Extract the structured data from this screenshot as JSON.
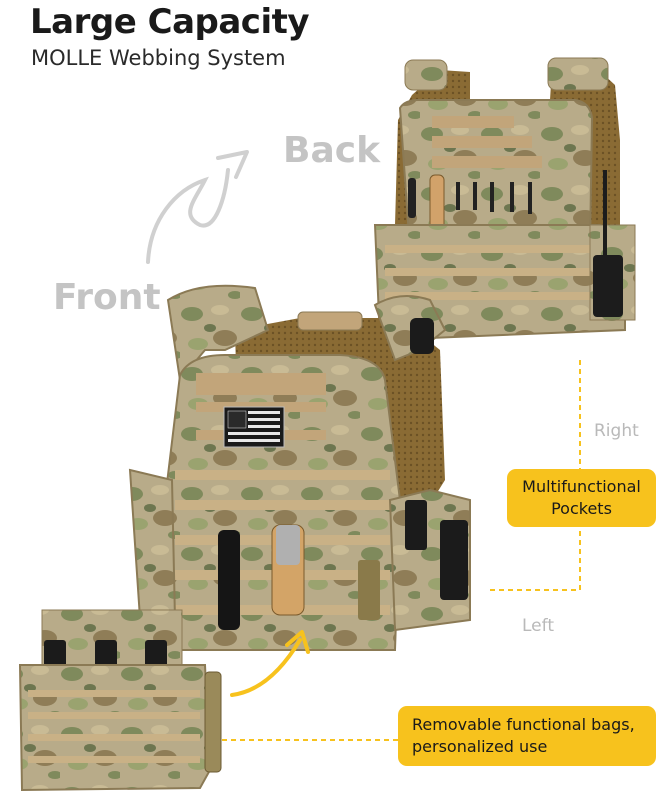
{
  "header": {
    "title": "Large Capacity",
    "subtitle": "MOLLE Webbing System"
  },
  "views": {
    "back_label": "Back",
    "front_label": "Front",
    "right_label": "Right",
    "left_label": "Left"
  },
  "callouts": {
    "pockets_line1": "Multifunctional",
    "pockets_line2": "Pockets",
    "bags_line1": "Removable functional bags,",
    "bags_line2": "personalized use"
  },
  "colors": {
    "accent": "#f7c21d",
    "camo_base": "#b5a886",
    "camo_dark": "#6f7a52",
    "mesh": "#8a6b34"
  }
}
